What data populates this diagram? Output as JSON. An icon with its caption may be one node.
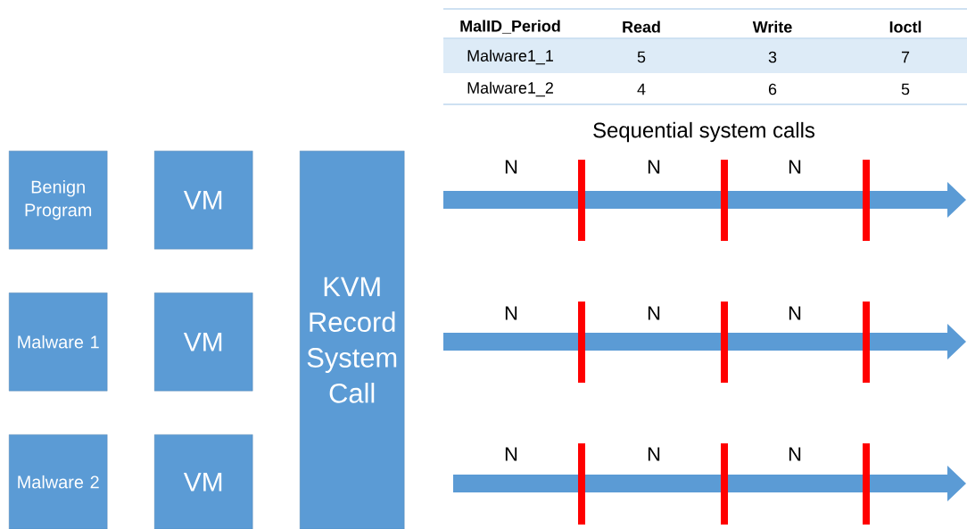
{
  "diagram": {
    "nodes": [
      {
        "text": [
          "Benign Program"
        ]
      },
      {
        "text": [
          "VM"
        ]
      },
      {
        "text": [
          "KVM Record System Call"
        ]
      },
      {
        "text": [
          "Malware 1"
        ]
      },
      {
        "text": [
          "VM"
        ]
      },
      {
        "text": [
          "Malware 2"
        ]
      },
      {
        "text": [
          "VM"
        ]
      }
    ],
    "labels": [
      "MalID_Period",
      "Read",
      "Write",
      "Ioctl",
      "Malware1_1",
      "5",
      "3",
      "7",
      "Malware1_2",
      "4",
      "6",
      "5",
      "Sequential system calls",
      "N",
      "N",
      "N",
      "N",
      "N",
      "N",
      "N",
      "N",
      "N"
    ]
  }
}
